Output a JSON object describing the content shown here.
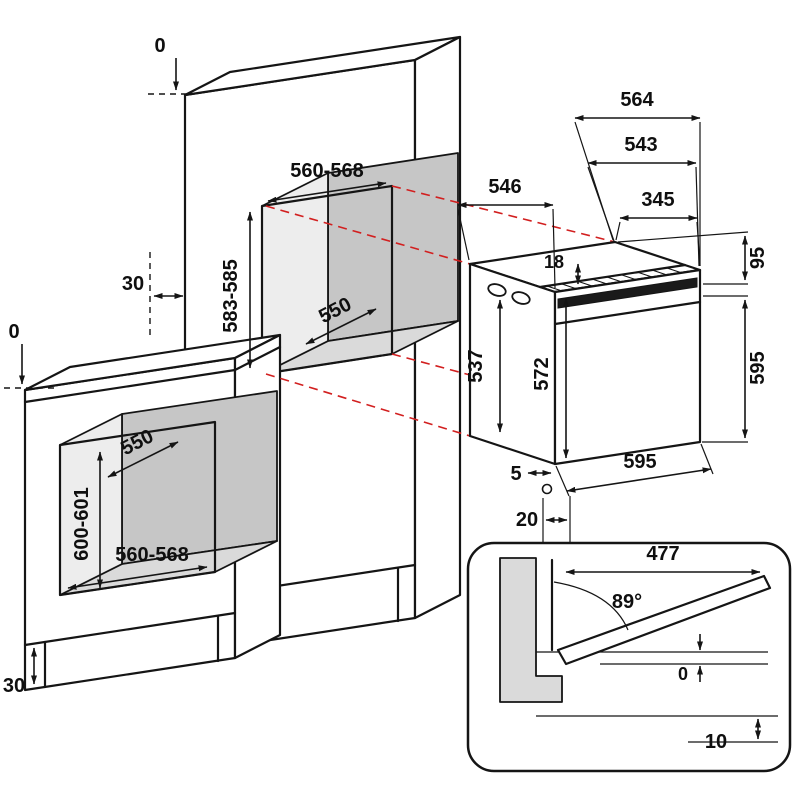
{
  "diagram_title": "built-in-oven-installation-drawing",
  "colors": {
    "line": "#151515",
    "niche_back_panel": "#c6c6c6",
    "niche_floor": "#dadada",
    "niche_wall": "#ededed",
    "projection_red": "#d21f1f",
    "background": "#ffffff"
  },
  "tall_unit": {
    "top_clearance": "0",
    "rear_gap": "30",
    "niche_width": "560-568",
    "niche_height": "583-585",
    "niche_depth": "550"
  },
  "base_unit": {
    "top_clearance": "0",
    "niche_depth": "550",
    "niche_height": "600-601",
    "niche_width": "560-568",
    "plinth_vent": "30"
  },
  "oven": {
    "depth_total": "564",
    "depth_no_door": "543",
    "depth_body": "546",
    "depth_rear_section": "345",
    "door_gap_top": "18",
    "panel_height": "95",
    "height": "595",
    "body_height": "537",
    "front_inner_height": "572",
    "bottom_gap": "5",
    "width": "595",
    "front_clearance": "20"
  },
  "door_detail": {
    "door_depth_open": "477",
    "opening_angle": "89°",
    "door_clearance": "0",
    "bottom_clearance": "10"
  }
}
